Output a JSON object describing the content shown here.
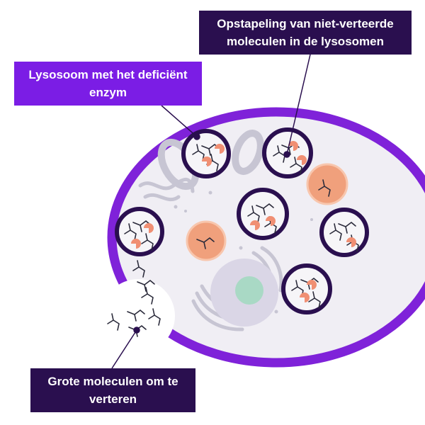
{
  "labels": {
    "accumulation": "Opstapeling van niet-verteerde moleculen in de lysosomen",
    "deficient_lysosome": "Lysosoom met het deficiënt enzym",
    "large_molecules": "Grote moleculen om te verteren"
  },
  "colors": {
    "cell_border": "#7f22d9",
    "cell_fill": "#f0eef4",
    "lysosome_ring": "#2a0f4f",
    "lysosome_fill": "#f6f5f8",
    "normal_lysosome": "#f0a07c",
    "enzyme": "#f08f73",
    "molecule": "#2a2a3a",
    "organelle": "#c7c5d3",
    "nucleus": "#a9d9c5",
    "callout_dark": "#2a0f4f",
    "callout_purple": "#7b1de5"
  }
}
